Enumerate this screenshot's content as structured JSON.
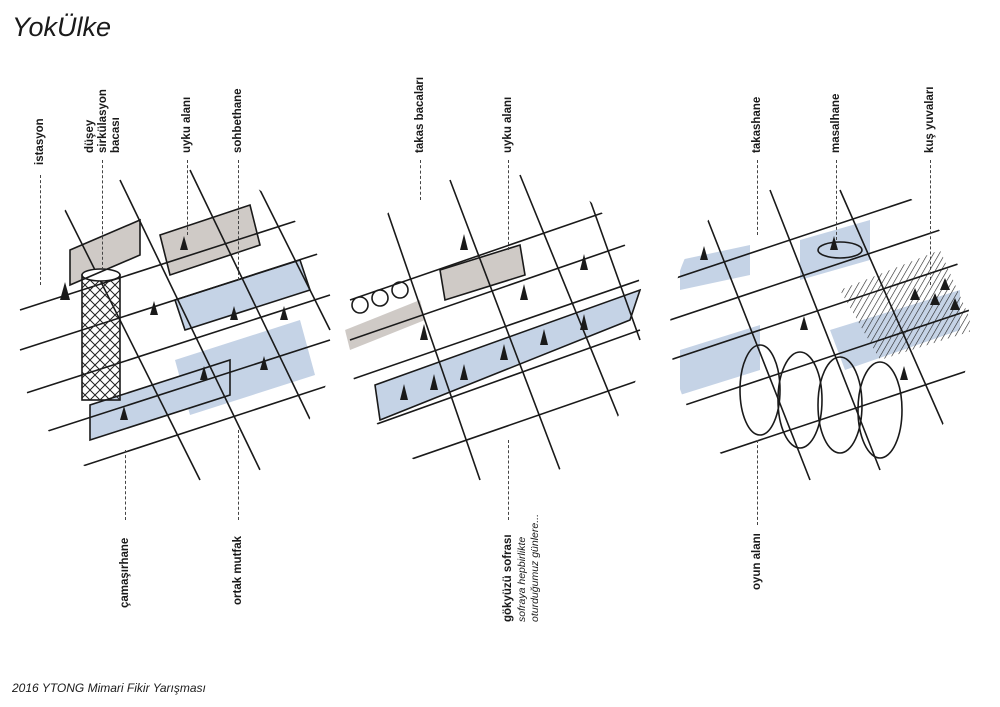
{
  "title": "YokÜlke",
  "footer": "2016 YTONG Mimari Fikir Yarışması",
  "labels": {
    "istasyon": "istasyon",
    "dusey1": "düşey",
    "dusey2": "sirkülasyon",
    "dusey3": "bacası",
    "uyku1": "uyku alanı",
    "sohbethane": "sohbethane",
    "takas_bacalari": "takas bacaları",
    "uyku2": "uyku alanı",
    "takashane": "takashane",
    "masalhane": "masalhane",
    "kus": "kuş yuvaları",
    "camasirhane": "çamaşırhane",
    "ortak_mutfak": "ortak mutfak",
    "gokyuzu": "gökyüzü sofrası",
    "gokyuzu_sub1": "sofraya hepbirlikte",
    "gokyuzu_sub2": "oturduğumuz günlere...",
    "oyun": "oyun alanı"
  },
  "colors": {
    "accent_blue": "#c5d3e6",
    "accent_grey": "#cfcac6",
    "ink": "#1a1a1a"
  }
}
